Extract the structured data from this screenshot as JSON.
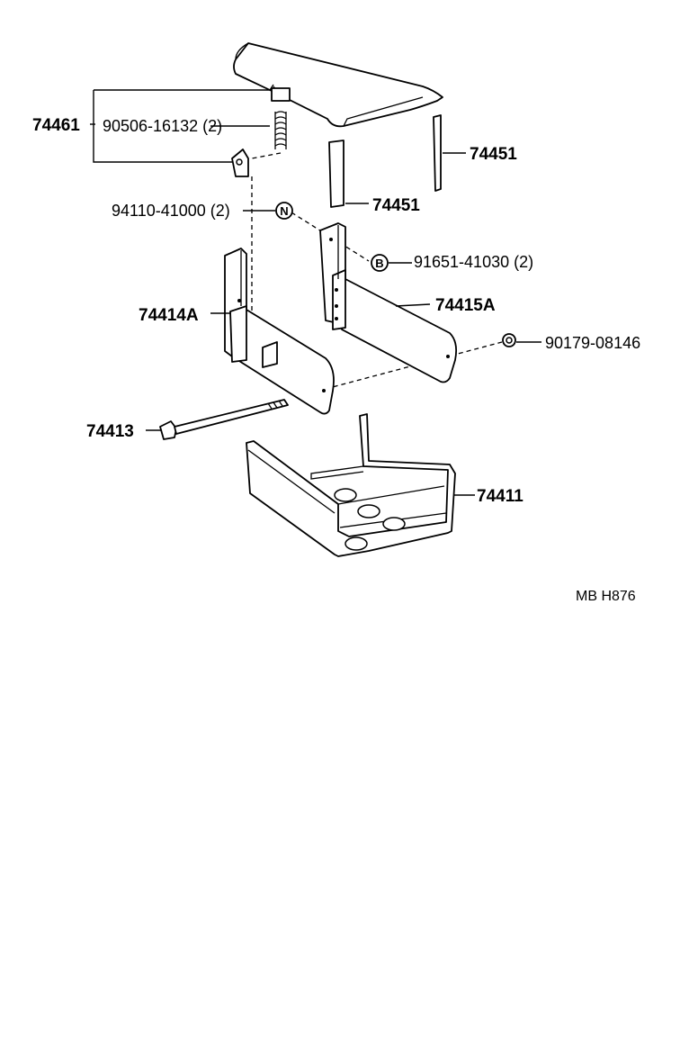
{
  "parts": {
    "p74461": "74461",
    "p90506": "90506-16132 (2)",
    "p74451_right": "74451",
    "p74451_center": "74451",
    "p94110": "94110-41000 (2)",
    "sym_n": "N",
    "sym_b": "B",
    "p91651": "91651-41030 (2)",
    "p74414a": "74414A",
    "p74415a": "74415A",
    "p90179": "90179-08146",
    "p74413": "74413",
    "p74411": "74411"
  },
  "diagram_code": "MB H876"
}
